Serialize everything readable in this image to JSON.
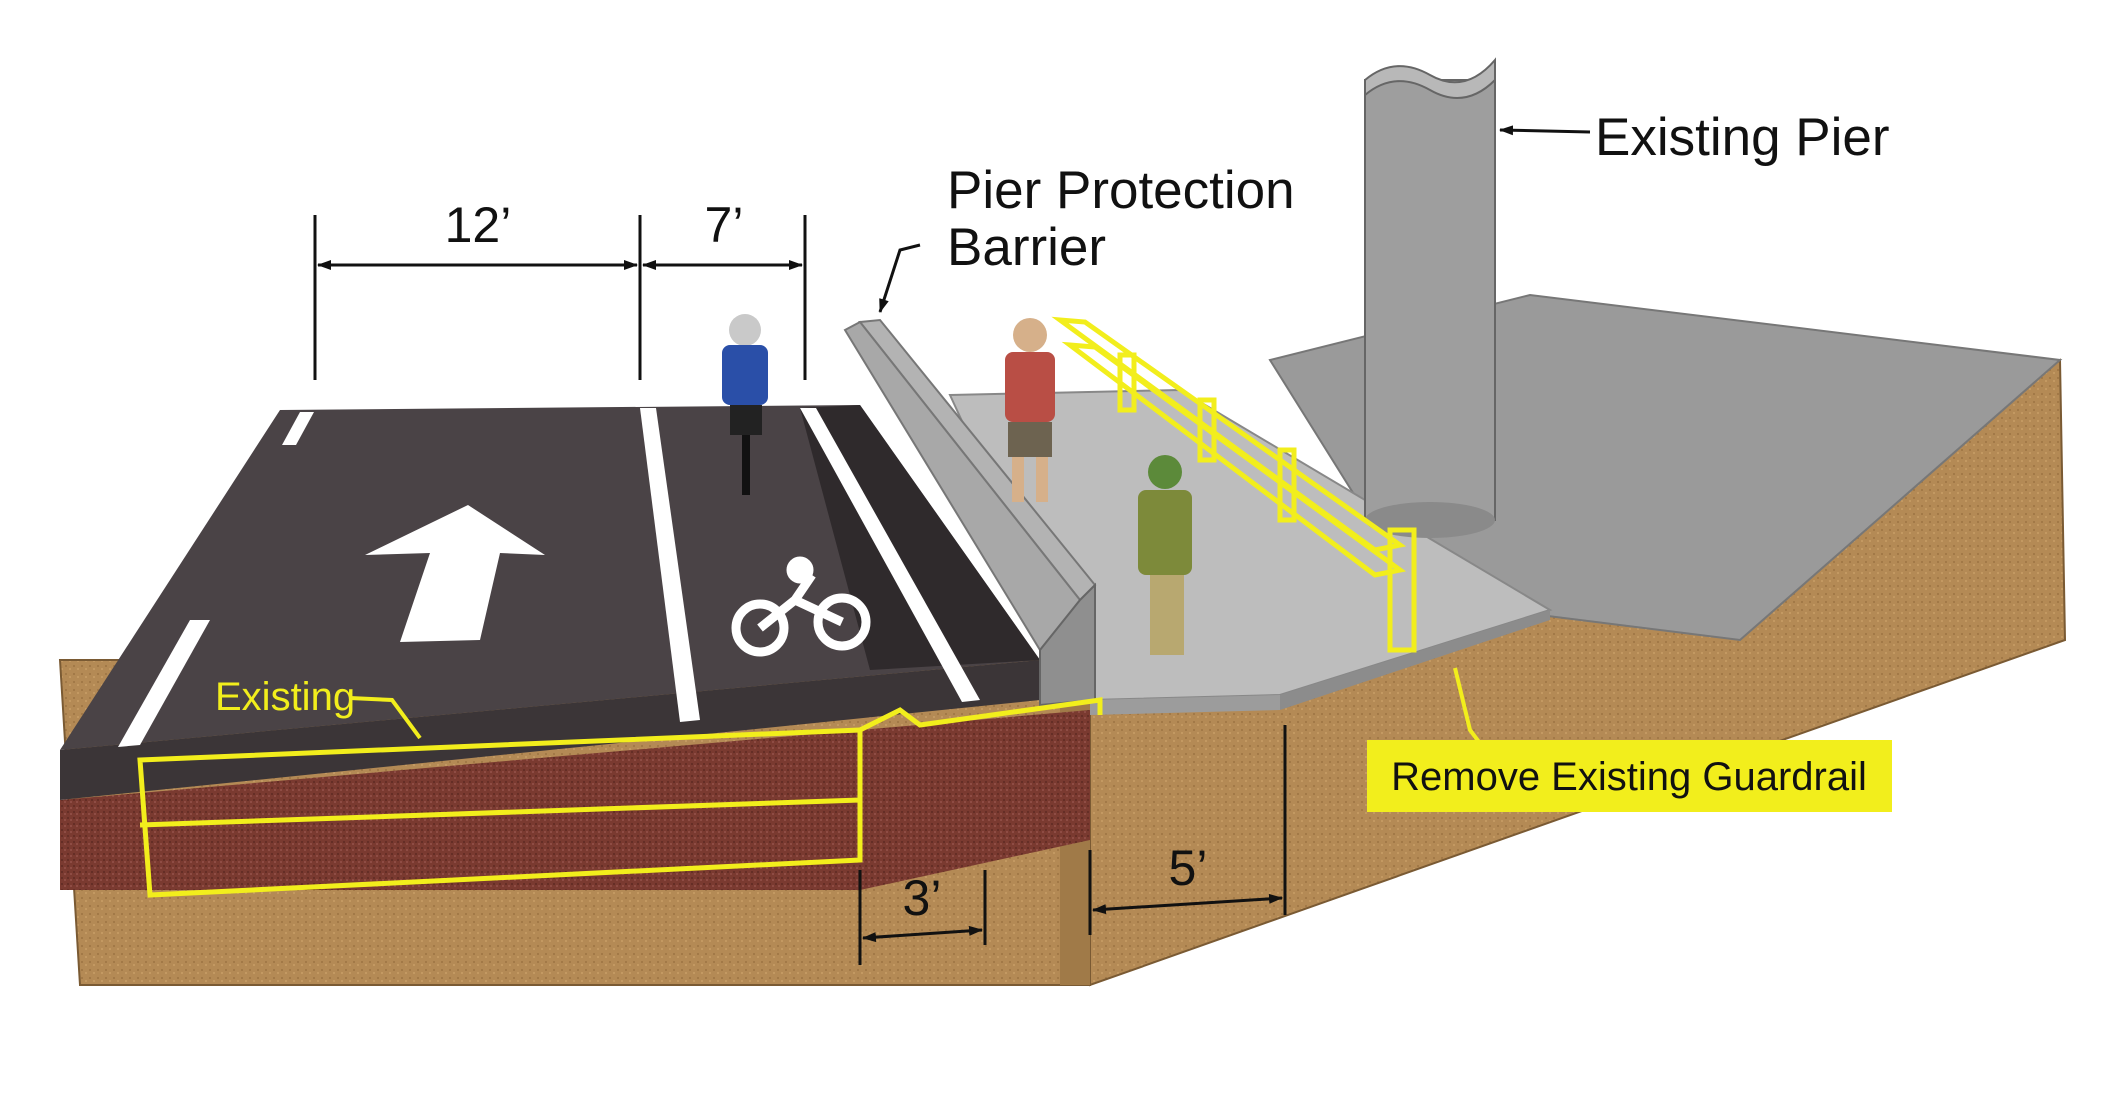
{
  "callouts": {
    "existing_pier": "Existing Pier",
    "pier_protection_line1": "Pier Protection",
    "pier_protection_line2": "Barrier",
    "existing": "Existing",
    "remove_guardrail": "Remove Existing Guardrail"
  },
  "dimensions": {
    "travel_lane": "12’",
    "bike_lane": "7’",
    "buffer": "3’",
    "sidewalk": "5’"
  },
  "colors": {
    "asphalt": "#4a4346",
    "asphalt_dark": "#2f2a2c",
    "subbase": "#7a3a30",
    "soil": "#b48a55",
    "concrete": "#bdbdbd",
    "highlight": "#f2ee1c"
  },
  "icons": [
    "up-arrow-icon",
    "bicycle-icon"
  ]
}
